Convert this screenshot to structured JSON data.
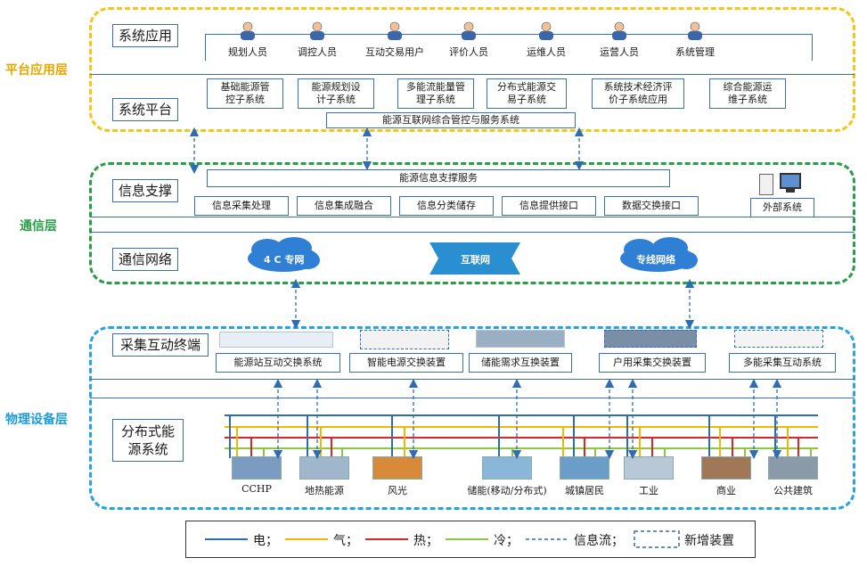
{
  "layers": {
    "platform": "平台应用层",
    "comm": "通信层",
    "physical": "物理设备层"
  },
  "system_app": {
    "title": "系统应用",
    "users": [
      "规划人员",
      "调控人员",
      "互动交易用户",
      "评价人员",
      "运维人员",
      "运营人员",
      "系统管理"
    ]
  },
  "system_platform": {
    "title": "系统平台",
    "subsystems": [
      "基础能源管\n控子系统",
      "能源规划设\n计子系统",
      "多能流能量管\n理子系统",
      "分布式能源交\n易子系统",
      "系统技术经济评\n价子系统应用",
      "综合能源运\n维子系统"
    ],
    "core": "能源互联网综合管控与服务系统"
  },
  "info_support": {
    "title": "信息支撑",
    "service": "能源信息支撑服务",
    "items": [
      "信息采集处理",
      "信息集成融合",
      "信息分类储存",
      "信息提供接口",
      "数据交换接口"
    ],
    "external": "外部系统"
  },
  "comm_network": {
    "title": "通信网络",
    "clouds": [
      "4 C 专网",
      "专线网络"
    ],
    "banner": "互联网"
  },
  "terminals": {
    "title": "采集互动终端",
    "items": [
      "能源站互动交换系统",
      "智能电源交换装置",
      "储能需求互换装置",
      "户用采集交换装置",
      "多能采集互动系统"
    ]
  },
  "distributed": {
    "title": "分布式能\n源系统",
    "sources": [
      "CCHP",
      "地热能源",
      "风光",
      "储能(移动/分布式)",
      "城镇居民",
      "工业",
      "商业",
      "公共建筑"
    ]
  },
  "legend": {
    "electric": "电；",
    "gas": "气；",
    "heat": "热；",
    "cold": "冷；",
    "info": "信息流；",
    "new_device": "新增装置"
  },
  "colors": {
    "electric": "#2e6db4",
    "gas": "#f2b705",
    "heat": "#d62828",
    "cold": "#8dc63f",
    "platform_border": "#f5c518",
    "comm_border": "#2a9d48",
    "physical_border": "#29a3e0",
    "platform_label": "#e6a800",
    "comm_label": "#2a9d48",
    "physical_label": "#1e9bd7"
  }
}
